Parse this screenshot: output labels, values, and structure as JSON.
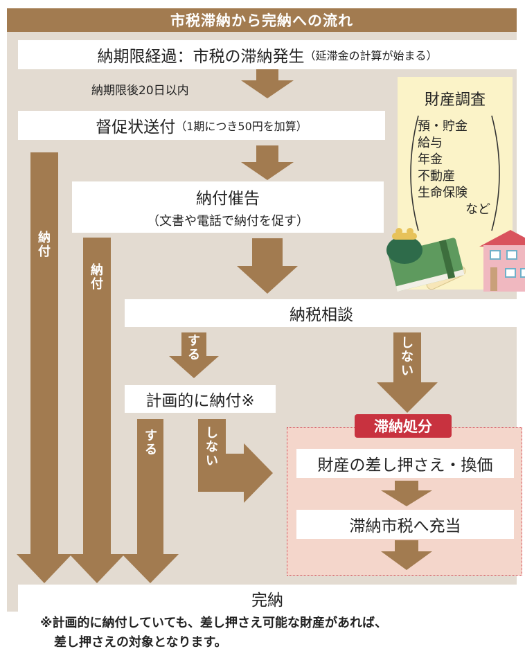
{
  "title": "市税滞納から完納への流れ",
  "steps": {
    "overdue_main": "納期限経過：市税の滞納発生",
    "overdue_sub": "（延滞金の計算が始まる）",
    "within_20_days": "納期限後20日以内",
    "reminder_main": "督促状送付",
    "reminder_sub": "（1期につき50円を加算）",
    "demand_main": "納付催告",
    "demand_sub": "（文書や電話で納付を促す）",
    "consultation": "納税相談",
    "planned_payment": "計画的に納付※",
    "seizure_item": "財産の差し押さえ・換価",
    "apply_to_tax": "滞納市税へ充当",
    "complete": "完納"
  },
  "arrow_labels": {
    "pay_1": "納付",
    "pay_2": "納付",
    "yes_consult": "する",
    "no_consult": "しない",
    "yes_planned": "する",
    "no_planned": "しない"
  },
  "disposition_tag": "滞納処分",
  "property_survey": {
    "title": "財産調査",
    "items": [
      "預・貯金",
      "給与",
      "年金",
      "不動産",
      "生命保険"
    ],
    "etc": "など"
  },
  "footnote": {
    "line1": "※計画的に納付していても、差し押さえ可能な財産があれば、",
    "line2": "差し押さえの対象となります。"
  },
  "colors": {
    "arrow": "#a27b50",
    "background": "#e3dbd1",
    "title_bar": "#a27b50",
    "disposition": "#c8323f",
    "seizure_area": "#f4d6cb",
    "property_panel": "#fbf3c8"
  }
}
